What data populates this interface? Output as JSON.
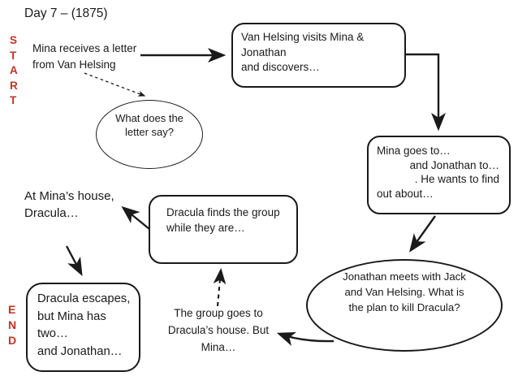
{
  "colors": {
    "accent_red": "#C13327",
    "ink": "#1A1A1A",
    "background": "#FFFFFF"
  },
  "title": "Day 7 – (1875)",
  "start_label": {
    "letters": [
      "S",
      "T",
      "A",
      "R",
      "T"
    ]
  },
  "end_label": {
    "letters": [
      "E",
      "N",
      "D"
    ]
  },
  "nodes": {
    "mina_letter_text": {
      "lines": [
        "Mina receives a letter",
        "from Van Helsing"
      ]
    },
    "van_helsing_box": {
      "lines": [
        "Van Helsing visits Mina & Jonathan",
        "and discovers…"
      ]
    },
    "letter_question_ellipse": {
      "lines": [
        "What does the",
        "letter say?"
      ]
    },
    "mina_goes_box": {
      "lines": [
        "Mina goes to…",
        "and Jonathan to…",
        ". He wants to find",
        "out about…"
      ]
    },
    "jonathan_meets_ellipse": {
      "lines": [
        "Jonathan meets with Jack",
        "and Van Helsing. What is",
        "the plan to kill Dracula?"
      ]
    },
    "group_goes_text": {
      "lines": [
        "The group goes to",
        "Dracula’s house. But",
        "Mina…"
      ]
    },
    "dracula_finds_box": {
      "lines": [
        "Dracula finds the group",
        "while they are…"
      ]
    },
    "at_minas_text": {
      "lines": [
        "At Mina’s house,",
        "Dracula…"
      ]
    },
    "dracula_escapes_box": {
      "lines": [
        "Dracula escapes,",
        "but Mina has",
        "two…",
        "and Jonathan…"
      ]
    }
  }
}
